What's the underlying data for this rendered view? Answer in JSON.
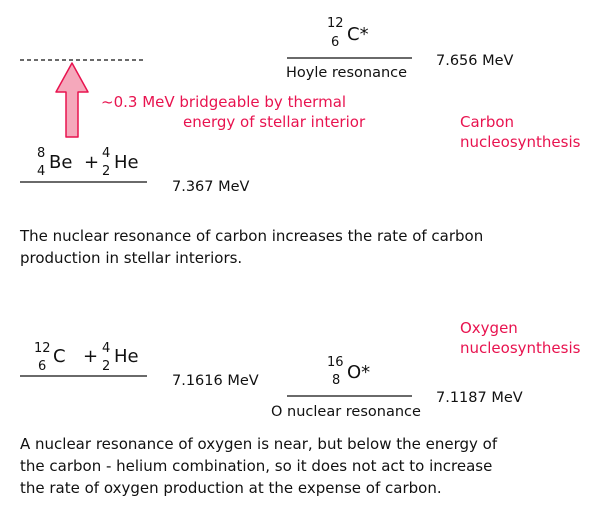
{
  "carbon": {
    "title_line1": "Carbon",
    "title_line2": "nucleosynthesis",
    "reactant": {
      "be_mass": "8",
      "be_z": "4",
      "be_sym": "Be",
      "plus": "+",
      "he_mass": "4",
      "he_z": "2",
      "he_sym": "He",
      "energy": "7.367 MeV"
    },
    "resonance": {
      "mass": "12",
      "z": "6",
      "sym": "C*",
      "label": "Hoyle resonance",
      "energy": "7.656 MeV"
    },
    "gap_line1": "~0.3 MeV bridgeable by thermal",
    "gap_line2": "energy of stellar interior",
    "description_line1": "The nuclear resonance of carbon increases the rate of carbon",
    "description_line2": "production in stellar interiors."
  },
  "oxygen": {
    "title_line1": "Oxygen",
    "title_line2": "nucleosynthesis",
    "reactant": {
      "c_mass": "12",
      "c_z": "6",
      "c_sym": "C",
      "plus": "+",
      "he_mass": "4",
      "he_z": "2",
      "he_sym": "He",
      "energy": "7.1616 MeV"
    },
    "resonance": {
      "mass": "16",
      "z": "8",
      "sym": "O*",
      "label": "O nuclear resonance",
      "energy": "7.1187 MeV"
    },
    "description_line1": "A nuclear resonance of oxygen is near, but below the energy of",
    "description_line2": "the carbon - helium combination, so it does not act to increase",
    "description_line3": "the rate of oxygen production at the expense of carbon."
  },
  "colors": {
    "accent": "#e8134f",
    "arrow_fill": "#f5a8bb",
    "arrow_stroke": "#e8134f",
    "text": "#111111"
  }
}
